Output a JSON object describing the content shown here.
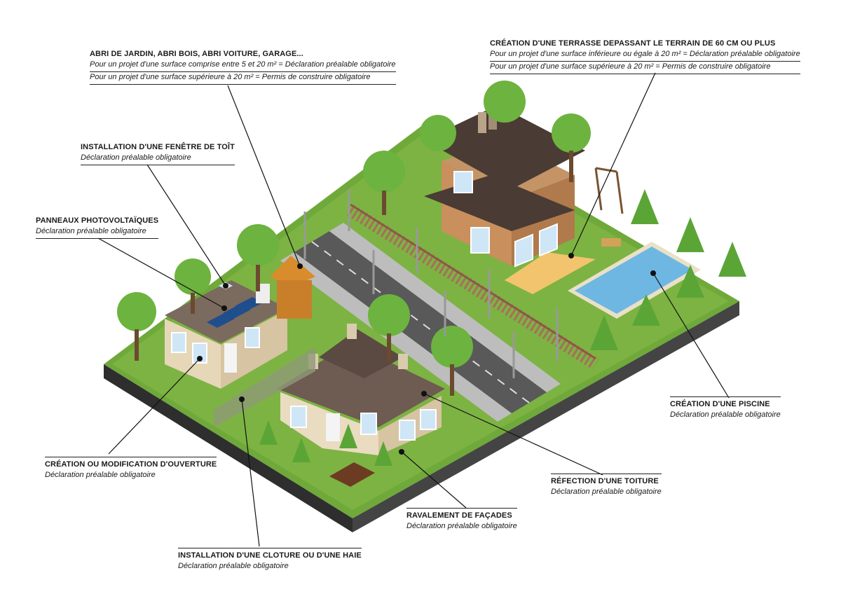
{
  "labels": {
    "abri": {
      "title": "ABRI DE JARDIN, ABRI BOIS, ABRI VOITURE, GARAGE...",
      "line1": "Pour un projet d'une surface comprise entre 5 et 20 m² = Déclaration préalable obligatoire",
      "line2": "Pour un projet d'une surface supérieure à 20 m² = Permis de construire obligatoire"
    },
    "fenetre": {
      "title": "INSTALLATION D'UNE FENÊTRE DE TOÎT",
      "line1": "Déclaration préalable obligatoire"
    },
    "panneaux": {
      "title": "PANNEAUX PHOTOVOLTAÏQUES",
      "line1": "Déclaration préalable obligatoire"
    },
    "ouverture": {
      "title": "CRÉATION OU MODIFICATION D'OUVERTURE",
      "line1": "Déclaration préalable obligatoire"
    },
    "cloture": {
      "title": "INSTALLATION D'UNE CLOTURE OU D'UNE HAIE",
      "line1": "Déclaration préalable obligatoire"
    },
    "ravalement": {
      "title": "RAVALEMENT DE FAÇADES",
      "line1": "Déclaration préalable obligatoire"
    },
    "toiture": {
      "title": "RÉFECTION D'UNE TOITURE",
      "line1": "Déclaration préalable obligatoire"
    },
    "piscine": {
      "title": "CRÉATION D'UNE PISCINE",
      "line1": "Déclaration préalable obligatoire"
    },
    "terrasse": {
      "title": "CRÉATION D'UNE TERRASSE DEPASSANT LE TERRAIN DE 60 CM OU PLUS",
      "line1": "Pour un projet d'une surface inférieure ou égale à 20 m² = Déclaration préalable obligatoire",
      "line2": "Pour un projet d'une surface supérieure à 20 m² = Permis de construire obligatoire"
    }
  },
  "colors": {
    "grass": "#7db343",
    "grass_dark": "#5e8f2e",
    "base_side": "#3a3a3a",
    "road": "#5a5a5a",
    "roof_dark": "#4a3b34",
    "wall": "#e6d7b8",
    "pool": "#6fb7e3",
    "fence": "#a5705a",
    "tree": "#6db33f"
  },
  "icons": [
    "solar-panel-icon",
    "roof-window-icon",
    "tree-icon",
    "street-lamp-icon",
    "swing-icon",
    "bench-icon"
  ]
}
